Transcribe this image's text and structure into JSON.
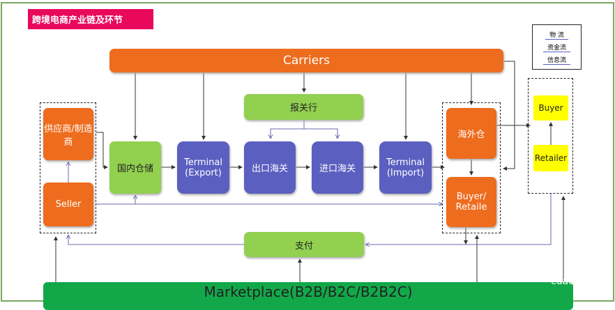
{
  "title": "跨境电商产业链及环节",
  "legend": [
    "物 流",
    "资金流",
    "信息流"
  ],
  "nodes": {
    "carriers": "Carriers",
    "customs_broker": "报关行",
    "supplier": "供应商/制造商",
    "seller": "Seller",
    "domestic_warehouse": "国内仓储",
    "terminal_export": "Terminal\n(Export)",
    "export_customs": "出口海关",
    "import_customs": "进口海关",
    "terminal_import": "Terminal\n(Import)",
    "overseas_warehouse": "海外仓",
    "buyer_retaile": "Buyer/\nRetaile",
    "buyer": "Buyer",
    "retailer": "Retailer",
    "payment": "支付",
    "marketplace": "Marketplace(B2B/B2C/B2B2C)"
  },
  "watermark": "cdad"
}
